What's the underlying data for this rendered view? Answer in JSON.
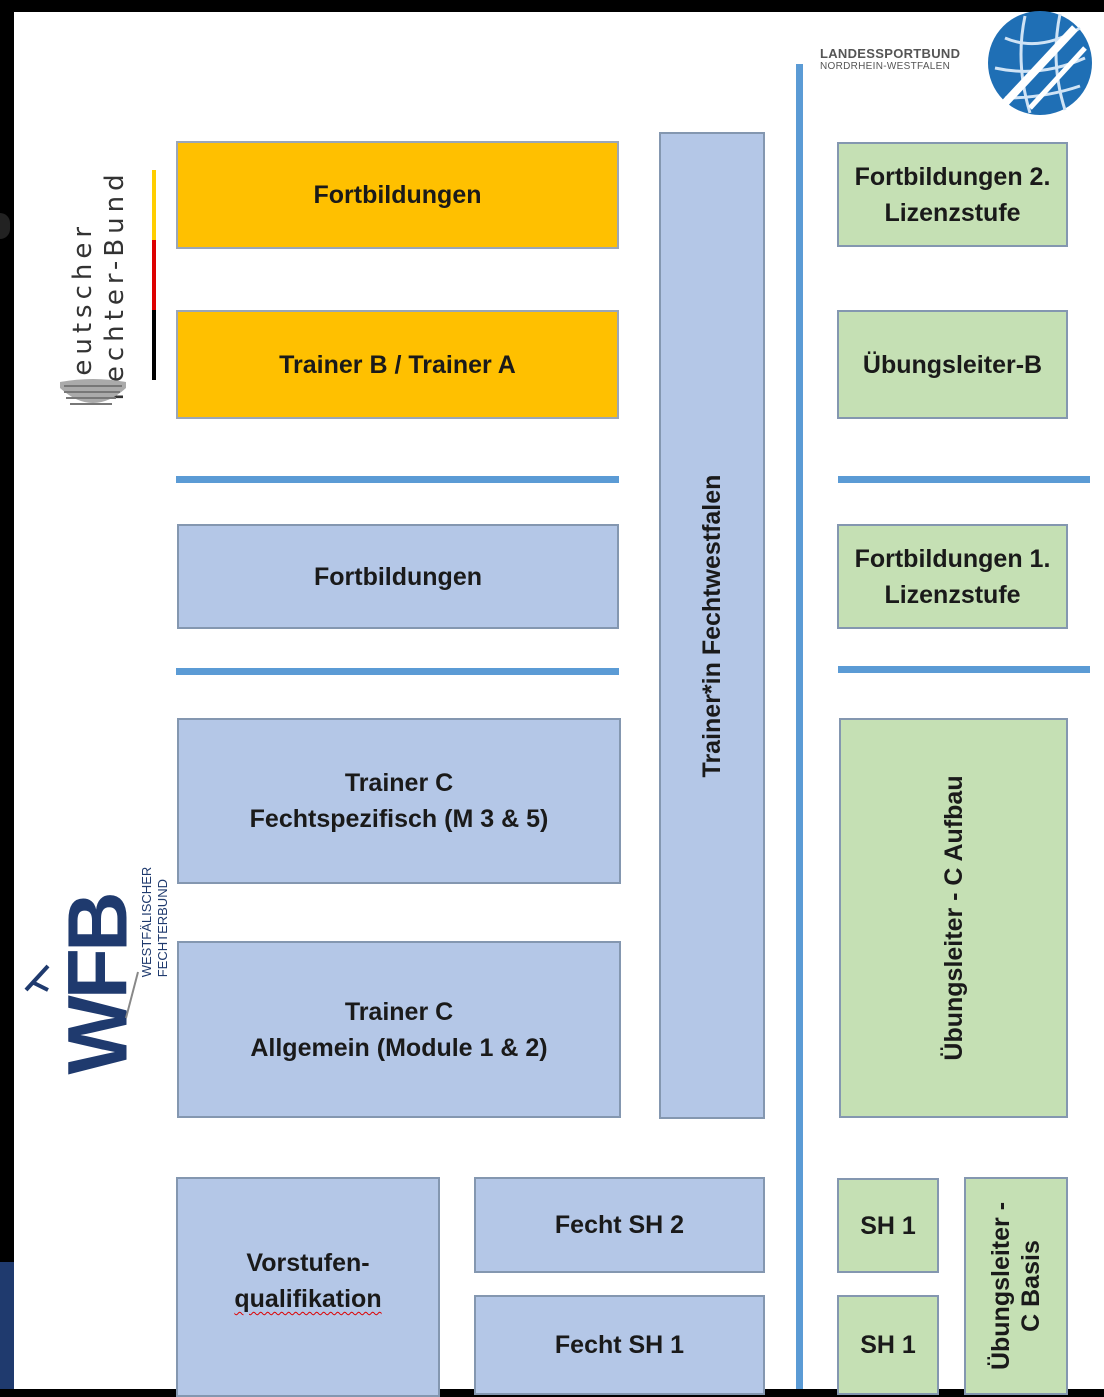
{
  "logos": {
    "dfb": {
      "line1": "Deutscher",
      "line2": "Fechter-Bund",
      "colors": [
        "#000000",
        "#dd0000",
        "#ffce00"
      ]
    },
    "wfb": {
      "mark": "WFB",
      "line1": "WESTFÄLISCHER",
      "line2": "FECHTERBUND",
      "color": "#1f3a6e"
    },
    "lsb": {
      "line1": "LANDESSPORTBUND",
      "line2": "NORDRHEIN-WESTFALEN",
      "icon": "globe-icon",
      "color": "#1f6fb5"
    }
  },
  "left_column": {
    "orange_top": "Fortbildungen",
    "orange_bottom": "Trainer B / Trainer A",
    "blue_fortbildungen": "Fortbildungen",
    "trainer_c_spec": {
      "line1": "Trainer C",
      "line2": "Fechtspezifisch (M 3 & 5)"
    },
    "trainer_c_allg": {
      "line1": "Trainer C",
      "line2": "Allgemein (Module 1 & 2)"
    },
    "vorstufe": {
      "line1": "Vorstufen-",
      "line2": "qualifikation"
    },
    "fecht_sh2": "Fecht SH 2",
    "fecht_sh1": "Fecht SH 1"
  },
  "center_column": {
    "vertical": "Trainer*in Fechtwestfalen"
  },
  "right_column": {
    "fortbildungen2": {
      "line1": "Fortbildungen 2.",
      "line2": "Lizenzstufe"
    },
    "uebungsleiter_b": "Übungsleiter-B",
    "fortbildungen1": {
      "line1": "Fortbildungen 1.",
      "line2": "Lizenzstufe"
    },
    "c_aufbau": "Übungsleiter - C Aufbau",
    "sh1_top": "SH 1",
    "sh1_bottom": "SH 1",
    "c_basis": {
      "line1": "Übungsleiter -",
      "line2": "C Basis"
    }
  },
  "colors": {
    "orange": "#ffc000",
    "blue": "#b4c7e7",
    "green": "#c5e0b4",
    "divider": "#5b9bd5"
  }
}
